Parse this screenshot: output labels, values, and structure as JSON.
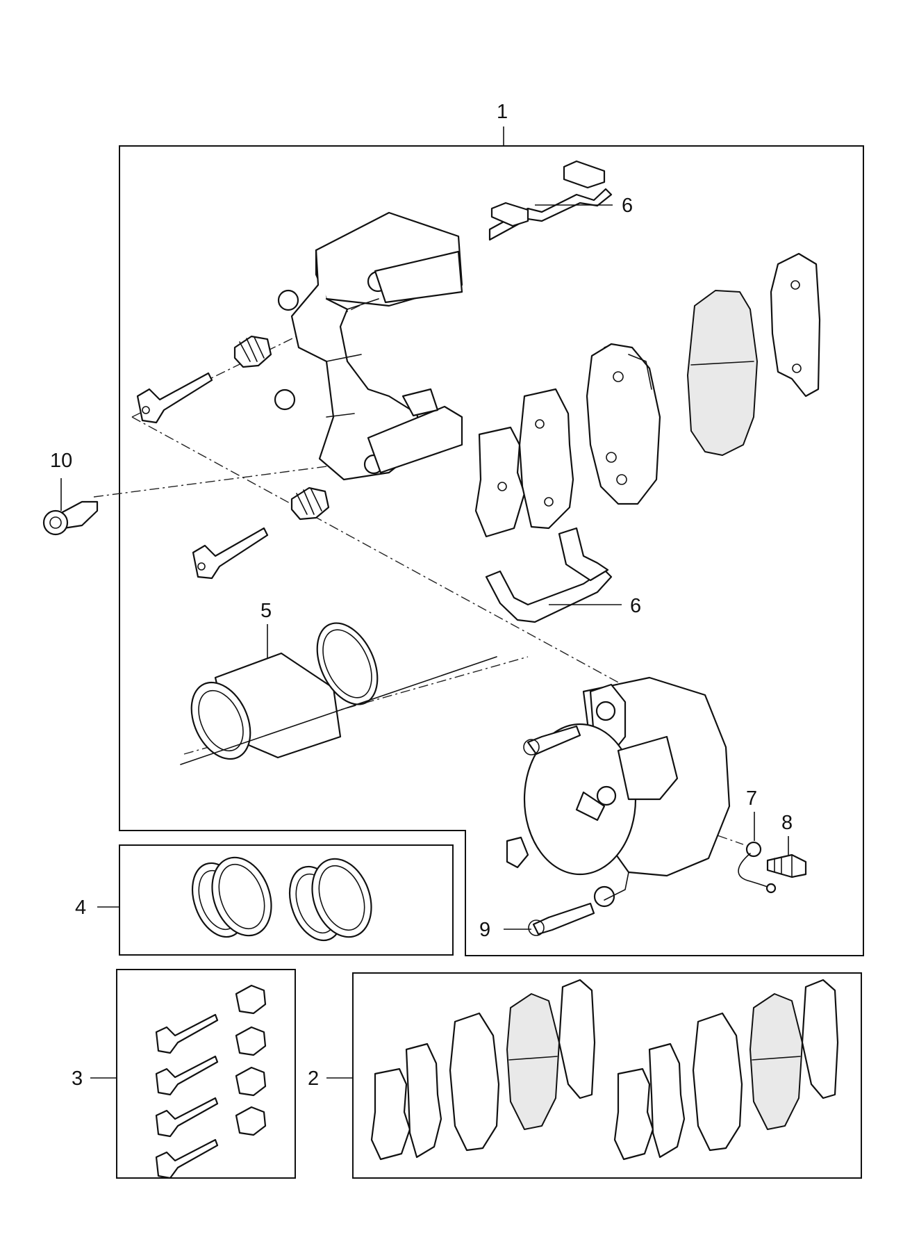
{
  "callouts": {
    "c1": "1",
    "c2": "2",
    "c3": "3",
    "c4": "4",
    "c5": "5",
    "c6a": "6",
    "c6b": "6",
    "c7": "7",
    "c8": "8",
    "c9": "9",
    "c10": "10"
  }
}
